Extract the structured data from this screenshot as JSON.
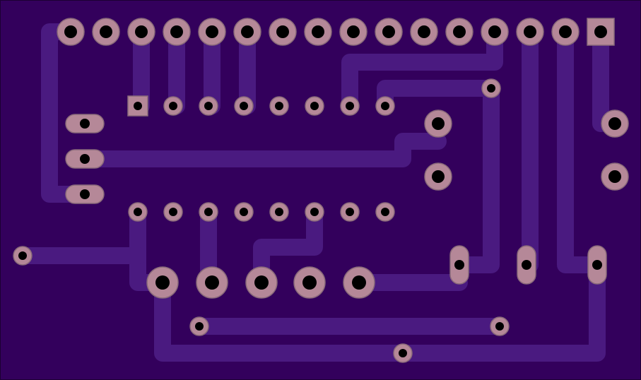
{
  "colors": {
    "board": "#33005c",
    "trace": "#4a1a80",
    "pad": "#b58898",
    "pad_stroke": "#8a6a7a",
    "hole": "#000000",
    "outline": "#1c0033"
  },
  "board": {
    "title": ""
  },
  "header_pins": {
    "count": 16,
    "first_square": false,
    "last_square": true
  },
  "ic_pins": {
    "per_row": 8
  },
  "left_oval_pads": {
    "count": 3
  },
  "bottom_large_pads": {
    "count": 5
  },
  "vertical_oval_pads": {
    "count": 3
  }
}
